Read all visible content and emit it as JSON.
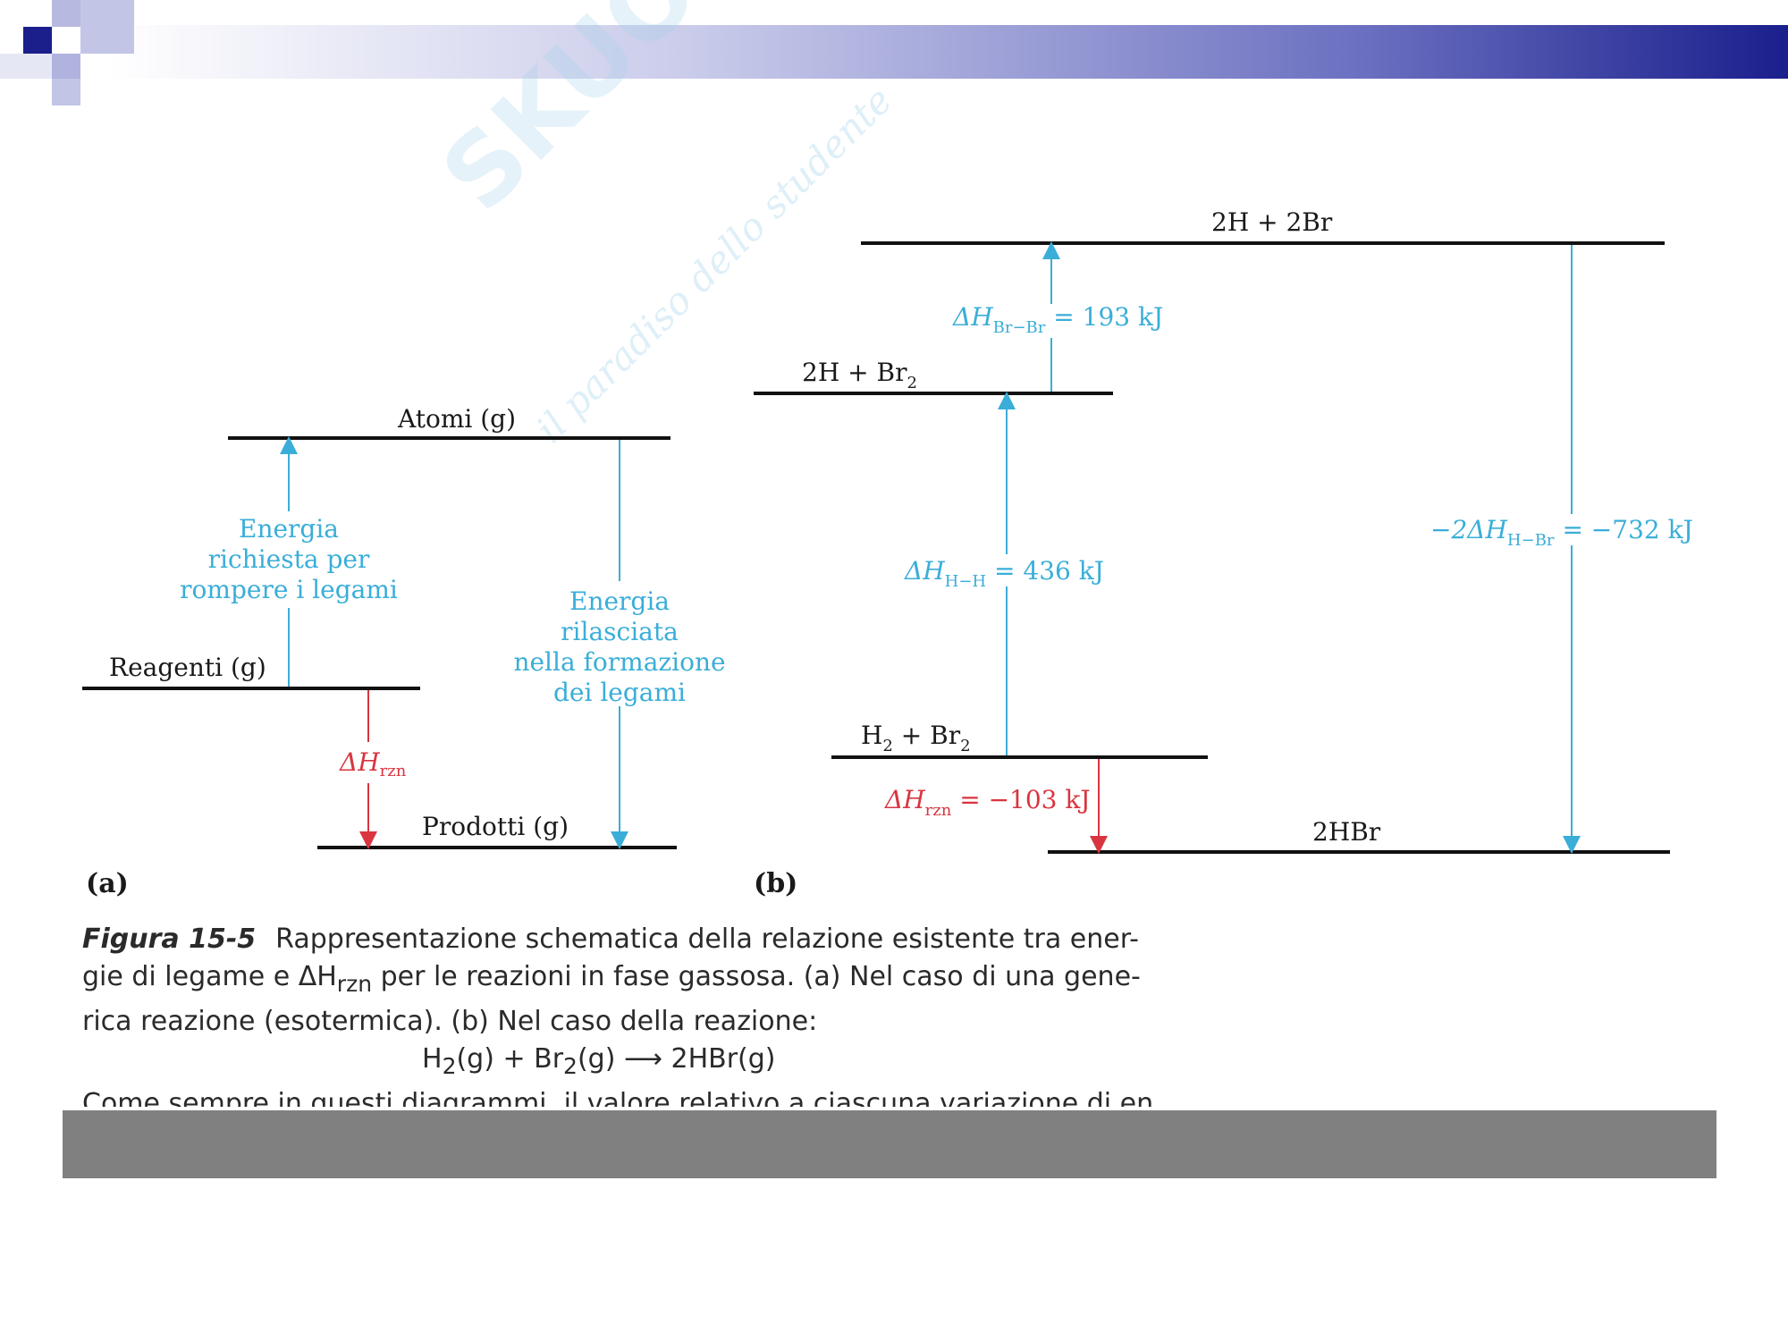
{
  "watermark": {
    "brand": "SKUOLA.net",
    "tagline": "il paradiso dello studente"
  },
  "panel_a": {
    "tag": "(a)",
    "level_top": "Atomi (g)",
    "level_reactants": "Reagenti (g)",
    "level_products": "Prodotti (g)",
    "arrow_break": [
      "Energia",
      "richiesta per",
      "rompere i legami"
    ],
    "arrow_form": [
      "Energia",
      "rilasciata",
      "nella formazione",
      "dei legami"
    ],
    "delta_h": "ΔH",
    "delta_h_sub": "rzn"
  },
  "panel_b": {
    "tag": "(b)",
    "level_top": "2H + 2Br",
    "level_mid": "2H + Br",
    "level_mid_sub": "2",
    "level_reactants_a": "H",
    "level_reactants_sub1": "2",
    "level_reactants_b": " + Br",
    "level_reactants_sub2": "2",
    "level_products": "2HBr",
    "dh_brbr": "ΔH",
    "dh_brbr_sub": "Br−Br",
    "dh_brbr_val": " = 193 kJ",
    "dh_hh": "ΔH",
    "dh_hh_sub": "H−H",
    "dh_hh_val": " = 436 kJ",
    "dh_hbr": "−2ΔH",
    "dh_hbr_sub": "H−Br",
    "dh_hbr_val": " = −732 kJ",
    "dh_rzn": "ΔH",
    "dh_rzn_sub": "rzn",
    "dh_rzn_val": " = −103 kJ"
  },
  "caption": {
    "figure": "Figura 15-5",
    "line1": "Rappresentazione schematica della relazione esistente tra ener-",
    "line2a": "gie di legame e ΔH",
    "line2sub": "rzn",
    "line2b": " per le reazioni in fase gassosa. (a) Nel caso di una gene-",
    "line3": "rica reazione (esotermica). (b) Nel caso della reazione:",
    "eq_a": "H",
    "eq_sub1": "2",
    "eq_b": "(g) + Br",
    "eq_sub2": "2",
    "eq_c": "(g) ⟶ 2HBr(g)",
    "line_cut": "Come sempre in questi diagrammi, il valore relativo a ciascuna variazione di en"
  },
  "colors": {
    "cyan": "#3aaed8",
    "red": "#d93540",
    "banner_dark": "#1a1f8c",
    "gray_bar": "#808080"
  }
}
